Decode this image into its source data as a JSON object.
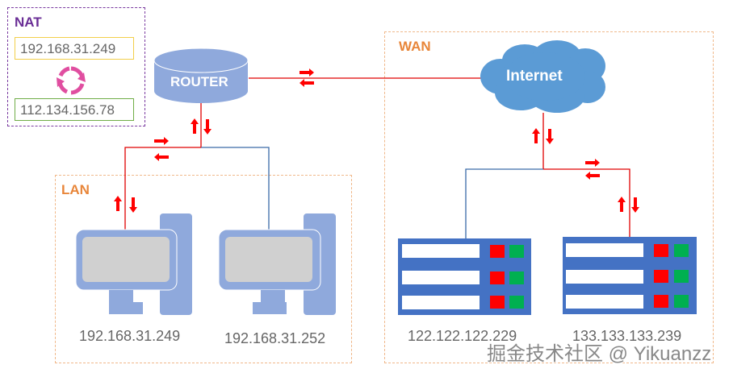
{
  "nat": {
    "title": "NAT",
    "private_ip": "192.168.31.249",
    "public_ip": "112.134.156.78",
    "swap_icon": "refresh-cycle-icon"
  },
  "zones": {
    "lan_label": "LAN",
    "wan_label": "WAN"
  },
  "router": {
    "label": "ROUTER"
  },
  "internet": {
    "label": "Internet"
  },
  "lan_hosts": [
    {
      "ip": "192.168.31.249",
      "active": true
    },
    {
      "ip": "192.168.31.252",
      "active": false
    }
  ],
  "wan_servers": [
    {
      "ip": "122.122.122.229",
      "active": false
    },
    {
      "ip": "133.133.133.239",
      "active": true
    }
  ],
  "colors": {
    "active_link": "#e00000",
    "inactive_link": "#3a6aa8",
    "device_blue": "#8fa9dc",
    "server_blue": "#4472c4",
    "cloud_blue": "#5b9bd5",
    "led_red": "#ff0000",
    "led_green": "#00b050",
    "zone_border": "#f0b88a",
    "nat_border": "#7a3aa0"
  },
  "watermark": "掘金技术社区 @ Yikuanzz"
}
